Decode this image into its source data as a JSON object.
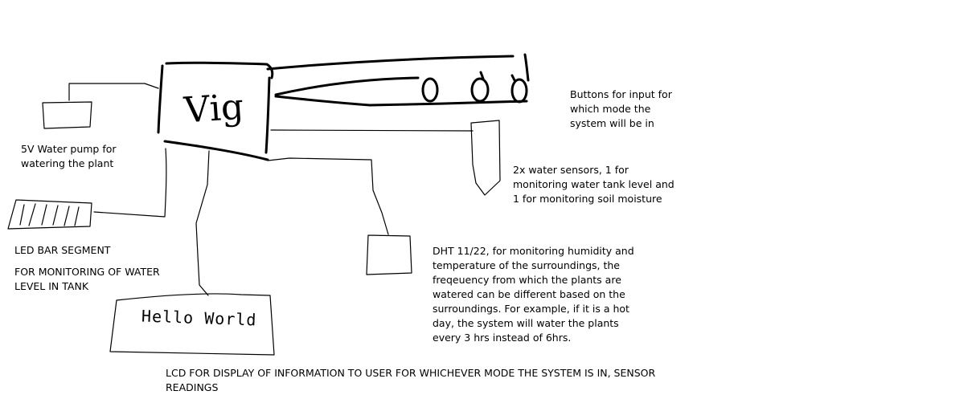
{
  "controller": {
    "label": "Vіg"
  },
  "lcd": {
    "text": "Hello World"
  },
  "notes": {
    "buttons": "Buttons for input for\nwhich mode the\nsystem will be in",
    "pump": "5V Water pump for\nwatering the plant",
    "water_sensors": "2x water sensors, 1 for\nmonitoring water tank level and\n1 for monitoring soil moisture",
    "led_title": "LED BAR SEGMENT",
    "led_desc": "FOR MONITORING OF WATER\nLEVEL IN TANK",
    "dht": "DHT 11/22, for monitoring humidity and\ntemperature of the surroundings, the\nfreqeuency from which the plants are\nwatered can be different based on the\nsurroundings. For example, if it is a hot\nday, the system will water the plants\nevery 3 hrs instead of 6hrs.",
    "lcd": "LCD FOR DISPLAY OF INFORMATION TO USER FOR WHICHEVER MODE THE SYSTEM IS IN, SENSOR\nREADINGS"
  }
}
